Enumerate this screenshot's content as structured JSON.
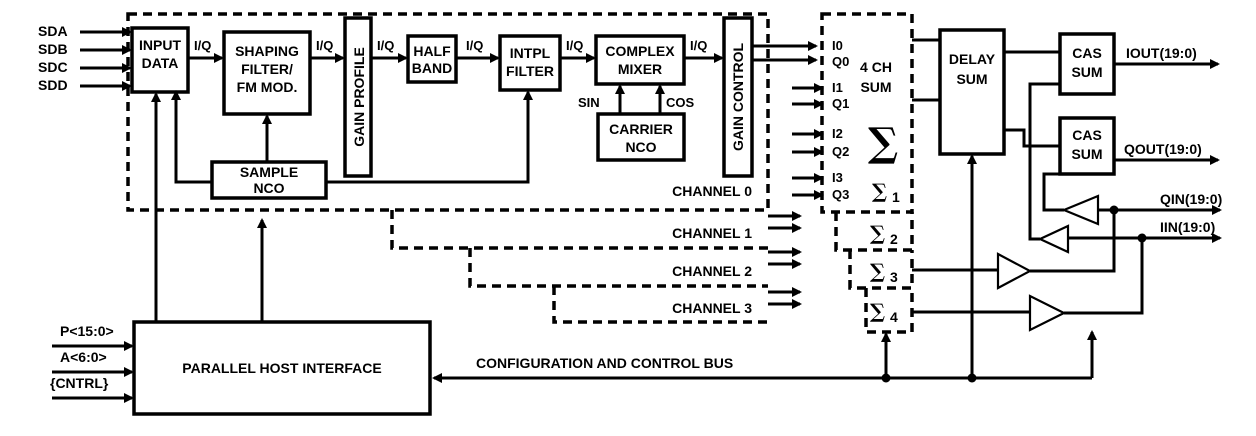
{
  "inputs": {
    "sda": "SDA",
    "sdb": "SDB",
    "sdc": "SDC",
    "sdd": "SDD",
    "p": "P<15:0>",
    "a": "A<6:0>",
    "cntrl": "{CNTRL}"
  },
  "iq_label": "I/Q",
  "blocks": {
    "input_data": [
      "INPUT",
      "DATA"
    ],
    "shaping_filter": [
      "SHAPING",
      "FILTER/",
      "FM MOD."
    ],
    "gain_profile": "GAIN PROFILE",
    "half_band": [
      "HALF",
      "BAND"
    ],
    "intpl_filter": [
      "INTPL",
      "FILTER"
    ],
    "complex_mixer": [
      "COMPLEX",
      "MIXER"
    ],
    "gain_control": "GAIN CONTROL",
    "carrier_nco": [
      "CARRIER",
      "NCO"
    ],
    "sample_nco": [
      "SAMPLE",
      "NCO"
    ],
    "delay_sum": [
      "DELAY",
      "SUM"
    ],
    "cas_sum_top": [
      "CAS",
      "SUM"
    ],
    "cas_sum_bottom": [
      "CAS",
      "SUM"
    ],
    "host_interface": "PARALLEL HOST INTERFACE"
  },
  "mixer_inputs": {
    "sin": "SIN",
    "cos": "COS"
  },
  "channels": [
    "CHANNEL 0",
    "CHANNEL 1",
    "CHANNEL 2",
    "CHANNEL 3"
  ],
  "sum4": {
    "title": [
      "4 CH",
      "SUM"
    ],
    "ports": [
      "I0",
      "Q0",
      "I1",
      "Q1",
      "I2",
      "Q2",
      "I3",
      "Q3"
    ],
    "sigma": "∑",
    "sub_sums": [
      "1",
      "2",
      "3",
      "4"
    ]
  },
  "outputs": {
    "iout": "IOUT(19:0)",
    "qout": "QOUT(19:0)",
    "qin": "QIN(19:0)",
    "iin": "IIN(19:0)"
  },
  "bus_label": "CONFIGURATION AND CONTROL BUS"
}
